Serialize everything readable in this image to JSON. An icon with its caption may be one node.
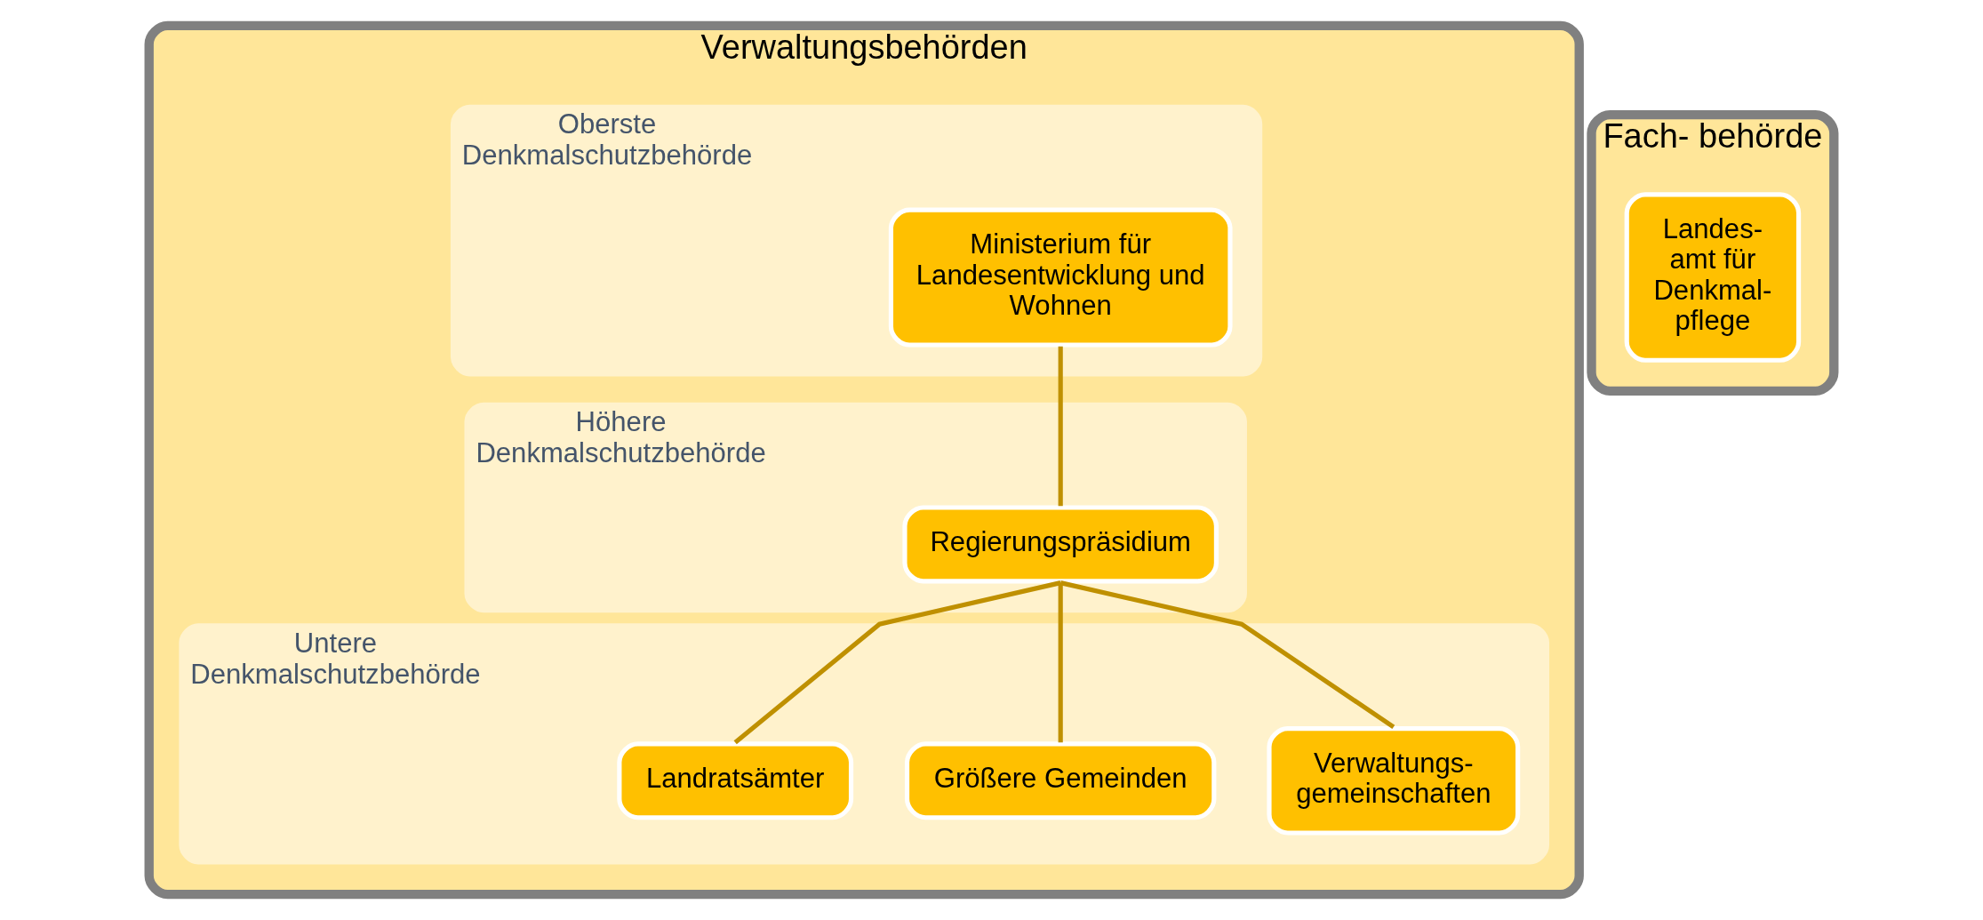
{
  "diagram": {
    "nodes": [
      {
        "text": [
          "Verwaltungsbehörden"
        ]
      },
      {
        "text": [
          "Oberste Denkmalschutzbehörde"
        ],
        "in": 0
      },
      {
        "text": [
          "Ministerium für Landesentwicklung und Wohnen"
        ],
        "in": 1
      },
      {
        "text": [
          "Höhere Denkmalschutzbehörde"
        ],
        "in": 0
      },
      {
        "text": [
          "Regierungspräsidium"
        ],
        "in": 3
      },
      {
        "text": [
          "Untere Denkmalschutzbehörde"
        ],
        "in": 0
      },
      {
        "text": [
          "Landratsämter"
        ],
        "in": 5
      },
      {
        "text": [
          "Größere Gemeinden"
        ],
        "in": 5
      },
      {
        "text": [
          "Verwaltungs- gemeinschaften"
        ],
        "in": 5
      },
      {
        "text": [
          "Fach- behörde"
        ]
      },
      {
        "text": [
          "Landes- amt für Denkmal- pflege"
        ],
        "in": 9
      }
    ],
    "edges": [
      {
        "from": 2,
        "to": 4,
        "arrow": "none"
      },
      {
        "from": 4,
        "to": 6,
        "arrow": "none"
      },
      {
        "from": 4,
        "to": 7,
        "arrow": "none"
      },
      {
        "from": 4,
        "to": 8,
        "arrow": "none"
      }
    ]
  }
}
